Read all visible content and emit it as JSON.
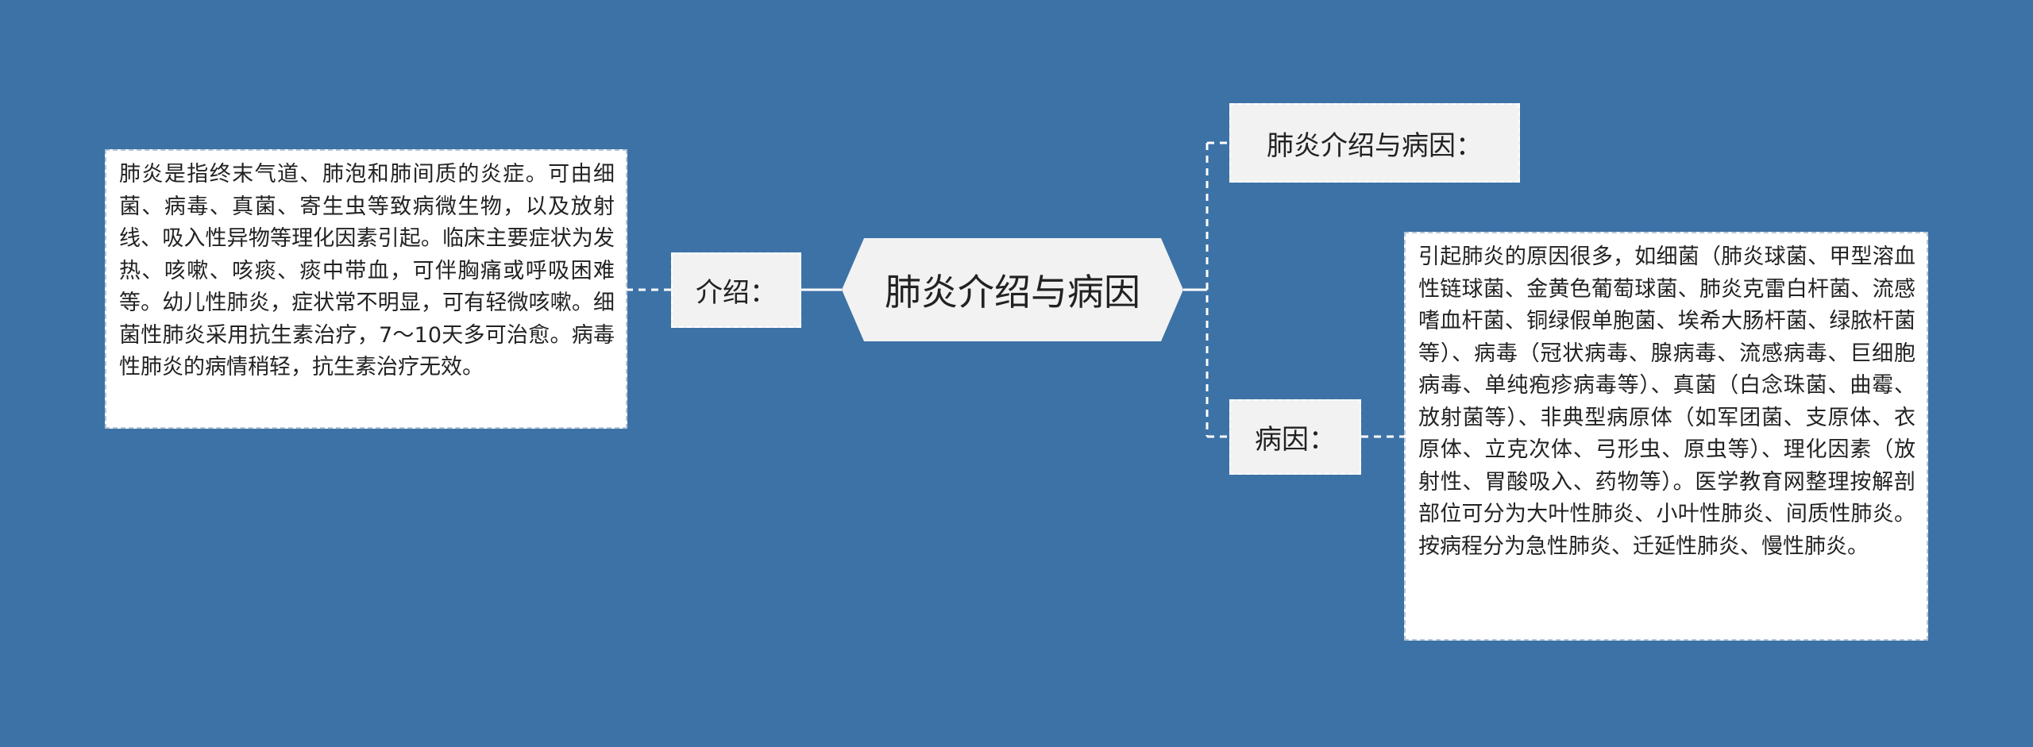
{
  "central_topic": "肺炎介绍与病因",
  "branches": {
    "intro": {
      "label": "介绍：",
      "text": "肺炎是指终末气道、肺泡和肺间质的炎症。可由细菌、病毒、真菌、寄生虫等致病微生物，以及放射线、吸入性异物等理化因素引起。临床主要症状为发热、咳嗽、咳痰、痰中带血，可伴胸痛或呼吸困难等。幼儿性肺炎，症状常不明显，可有轻微咳嗽。细菌性肺炎采用抗生素治疗，7～10天多可治愈。病毒性肺炎的病情稍轻，抗生素治疗无效。"
    },
    "title_node": {
      "label": "肺炎介绍与病因："
    },
    "cause": {
      "label": "病因：",
      "text": "引起肺炎的原因很多，如细菌（肺炎球菌、甲型溶血性链球菌、金黄色葡萄球菌、肺炎克雷白杆菌、流感嗜血杆菌、铜绿假单胞菌、埃希大肠杆菌、绿脓杆菌等）、病毒（冠状病毒、腺病毒、流感病毒、巨细胞病毒、单纯疱疹病毒等）、真菌（白念珠菌、曲霉、放射菌等）、非典型病原体（如军团菌、支原体、衣原体、立克次体、弓形虫、原虫等）、理化因素（放射性、胃酸吸入、药物等）。医学教育网整理按解剖部位可分为大叶性肺炎、小叶性肺炎、间质性肺炎。按病程分为急性肺炎、迁延性肺炎、慢性肺炎。"
    }
  },
  "colors": {
    "background": "#3d72a6",
    "node_fill": "#f2f2f2",
    "text_box_fill": "#ffffff",
    "connector": "#ffffff"
  }
}
